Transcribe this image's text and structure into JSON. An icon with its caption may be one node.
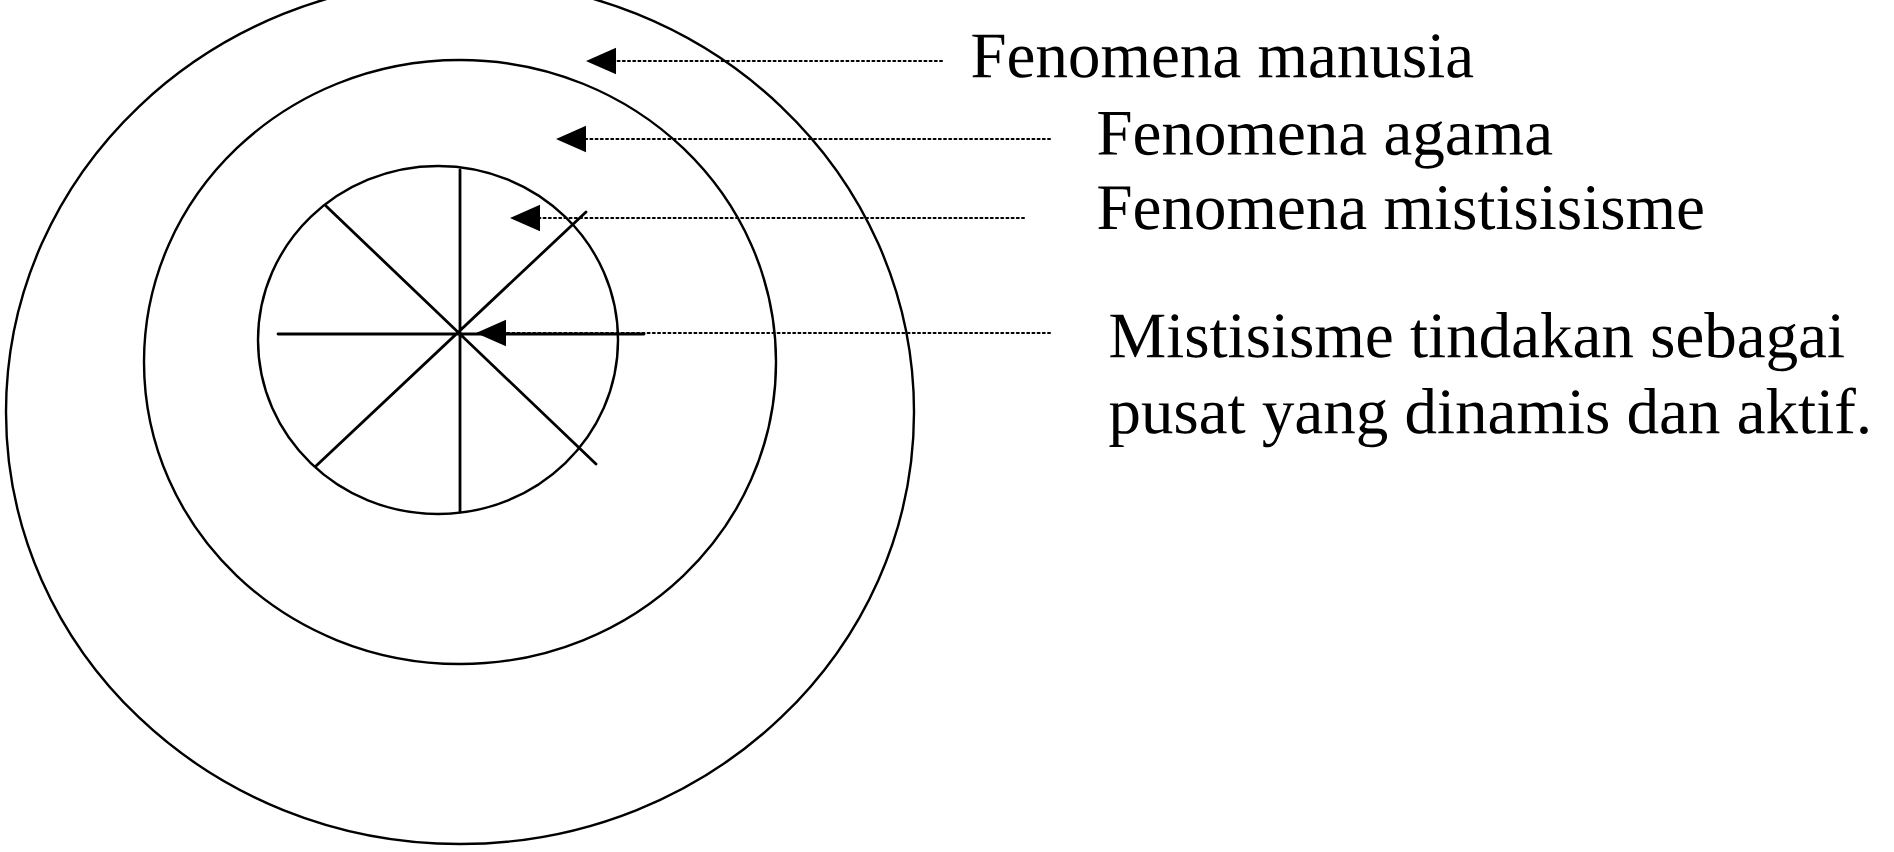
{
  "diagram": {
    "nodes": [
      {
        "text": [],
        "shape": "circle"
      },
      {
        "text": [],
        "shape": "circle",
        "in": 0
      },
      {
        "text": [],
        "shape": "circle",
        "in": 1
      },
      {
        "text": [
          "Fenomena manusia"
        ]
      },
      {
        "text": [
          "Fenomena agama"
        ]
      },
      {
        "text": [
          "Fenomena mistisisisme"
        ]
      },
      {
        "text": [
          "Mistisisme tindakan sebagai pusat yang dinamis dan aktif."
        ]
      },
      {
        "text": [],
        "shape": "star",
        "in": 1
      }
    ],
    "edges": [
      {
        "from": 3,
        "to": 0,
        "arrow": "to"
      },
      {
        "from": 4,
        "to": 1,
        "arrow": "to"
      },
      {
        "from": 5,
        "to": 2,
        "arrow": "to"
      },
      {
        "from": 6,
        "to": 7,
        "arrow": "to"
      }
    ]
  }
}
